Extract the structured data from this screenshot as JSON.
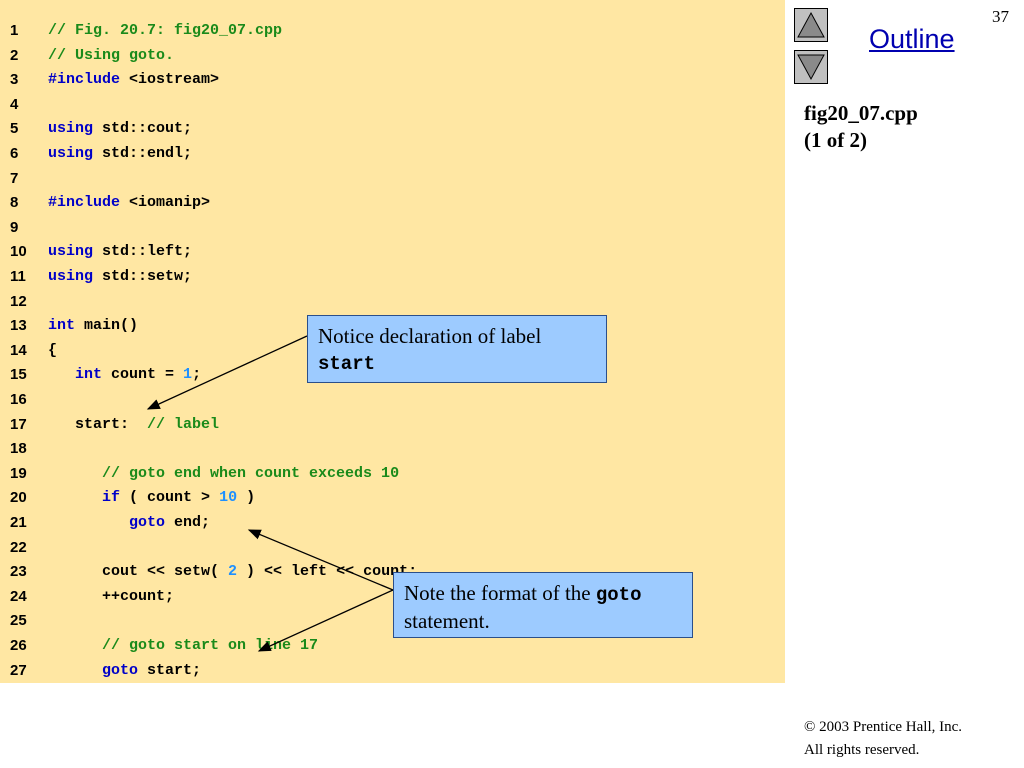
{
  "slide": {
    "page_number": "37",
    "outline_label": "Outline",
    "file_title_line1": "fig20_07.cpp",
    "file_title_line2": "(1 of 2)",
    "copyright_symbol": "©",
    "copyright_line1": "2003 Prentice Hall, Inc.",
    "copyright_line2": "All rights reserved."
  },
  "nav": {
    "up_icon": "triangle-up-icon",
    "down_icon": "triangle-down-icon"
  },
  "callouts": [
    {
      "text": "Notice declaration of label ",
      "code": "start",
      "suffix": ""
    },
    {
      "text": "Note the format of the ",
      "code": "goto",
      "suffix": "statement."
    }
  ],
  "colors": {
    "code_background": "#ffe7a3",
    "comment": "#1a8a1a",
    "keyword": "#0000c8",
    "number": "#1e90ff",
    "callout": "#9dcbff"
  },
  "code_lines": [
    {
      "n": "1",
      "tokens": [
        [
          "cm",
          "// Fig. 20.7: fig20_07.cpp"
        ]
      ]
    },
    {
      "n": "2",
      "tokens": [
        [
          "cm",
          "// Using goto."
        ]
      ]
    },
    {
      "n": "3",
      "tokens": [
        [
          "kw",
          "#include"
        ],
        [
          "tx",
          " <iostream>"
        ]
      ]
    },
    {
      "n": "4",
      "tokens": []
    },
    {
      "n": "5",
      "tokens": [
        [
          "kw",
          "using"
        ],
        [
          "tx",
          " std::cout;"
        ]
      ]
    },
    {
      "n": "6",
      "tokens": [
        [
          "kw",
          "using"
        ],
        [
          "tx",
          " std::endl;"
        ]
      ]
    },
    {
      "n": "7",
      "tokens": []
    },
    {
      "n": "8",
      "tokens": [
        [
          "kw",
          "#include"
        ],
        [
          "tx",
          " <iomanip>"
        ]
      ]
    },
    {
      "n": "9",
      "tokens": []
    },
    {
      "n": "10",
      "tokens": [
        [
          "kw",
          "using"
        ],
        [
          "tx",
          " std::left;"
        ]
      ]
    },
    {
      "n": "11",
      "tokens": [
        [
          "kw",
          "using"
        ],
        [
          "tx",
          " std::setw;"
        ]
      ]
    },
    {
      "n": "12",
      "tokens": []
    },
    {
      "n": "13",
      "tokens": [
        [
          "kw",
          "int"
        ],
        [
          "tx",
          " main()"
        ]
      ]
    },
    {
      "n": "14",
      "tokens": [
        [
          "tx",
          "{"
        ]
      ]
    },
    {
      "n": "15",
      "tokens": [
        [
          "tx",
          "   "
        ],
        [
          "kw",
          "int"
        ],
        [
          "tx",
          " count = "
        ],
        [
          "num",
          "1"
        ],
        [
          "tx",
          ";"
        ]
      ]
    },
    {
      "n": "16",
      "tokens": []
    },
    {
      "n": "17",
      "tokens": [
        [
          "tx",
          "   start:  "
        ],
        [
          "cm",
          "// label"
        ]
      ]
    },
    {
      "n": "18",
      "tokens": []
    },
    {
      "n": "19",
      "tokens": [
        [
          "tx",
          "      "
        ],
        [
          "cm",
          "// goto end when count exceeds 10"
        ]
      ]
    },
    {
      "n": "20",
      "tokens": [
        [
          "tx",
          "      "
        ],
        [
          "kw",
          "if"
        ],
        [
          "tx",
          " ( count > "
        ],
        [
          "num",
          "10"
        ],
        [
          "tx",
          " )"
        ]
      ]
    },
    {
      "n": "21",
      "tokens": [
        [
          "tx",
          "         "
        ],
        [
          "kw",
          "goto"
        ],
        [
          "tx",
          " end;"
        ]
      ]
    },
    {
      "n": "22",
      "tokens": []
    },
    {
      "n": "23",
      "tokens": [
        [
          "tx",
          "      cout << setw( "
        ],
        [
          "num",
          "2"
        ],
        [
          "tx",
          " ) << left << count;"
        ]
      ]
    },
    {
      "n": "24",
      "tokens": [
        [
          "tx",
          "      ++count;"
        ]
      ]
    },
    {
      "n": "25",
      "tokens": []
    },
    {
      "n": "26",
      "tokens": [
        [
          "tx",
          "      "
        ],
        [
          "cm",
          "// goto start on line 17"
        ]
      ]
    },
    {
      "n": "27",
      "tokens": [
        [
          "tx",
          "      "
        ],
        [
          "kw",
          "goto"
        ],
        [
          "tx",
          " start;"
        ]
      ]
    }
  ]
}
